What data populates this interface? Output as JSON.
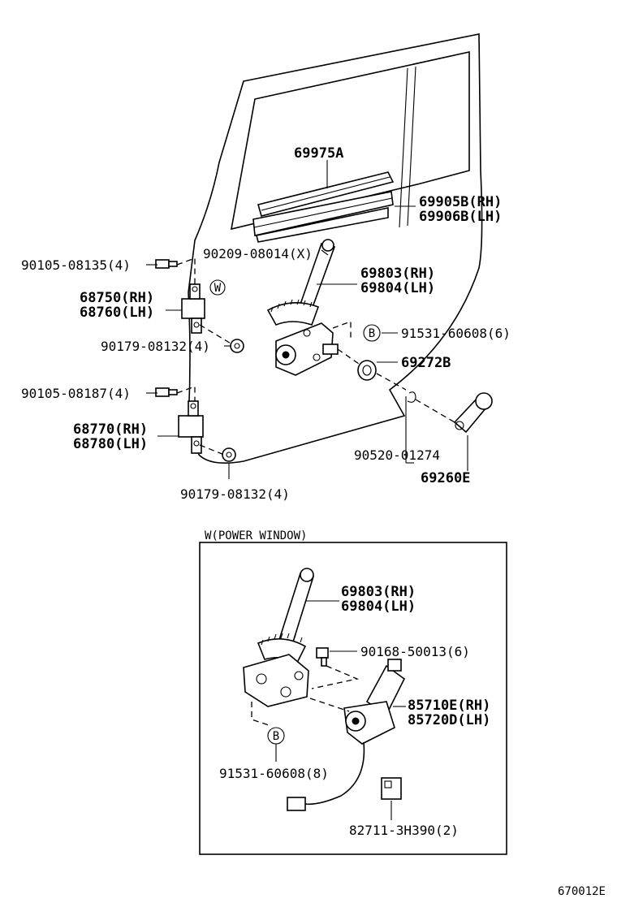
{
  "callouts": {
    "glass_channel": "69975A",
    "run_rh": "69905B(RH)",
    "run_lh": "69906B(LH)",
    "screw_upper": "90105-08135(4)",
    "regulator_bolt": "90209-08014(X)",
    "w_marker": "W",
    "regulator_rh": "69803(RH)",
    "regulator_lh": "69804(LH)",
    "hinge_upper_rh": "68750(RH)",
    "hinge_upper_lh": "68760(LH)",
    "b_marker": "B",
    "bolt_b": "91531-60608(6)",
    "nut_upper": "90179-08132(4)",
    "cushion": "69272B",
    "screw_lower": "90105-08187(4)",
    "hinge_lower_rh": "68770(RH)",
    "hinge_lower_lh": "68780(LH)",
    "snap_ring": "90520-01274",
    "handle": "69260E",
    "nut_lower": "90179-08132(4)"
  },
  "inset": {
    "title": "W(POWER WINDOW)",
    "regulator_rh": "69803(RH)",
    "regulator_lh": "69804(LH)",
    "screw": "90168-50013(6)",
    "motor_rh": "85710E(RH)",
    "motor_lh": "85720D(LH)",
    "b_marker": "B",
    "bolt_b": "91531-60608(8)",
    "connector": "82711-3H390(2)"
  },
  "figure_id": "670012E"
}
